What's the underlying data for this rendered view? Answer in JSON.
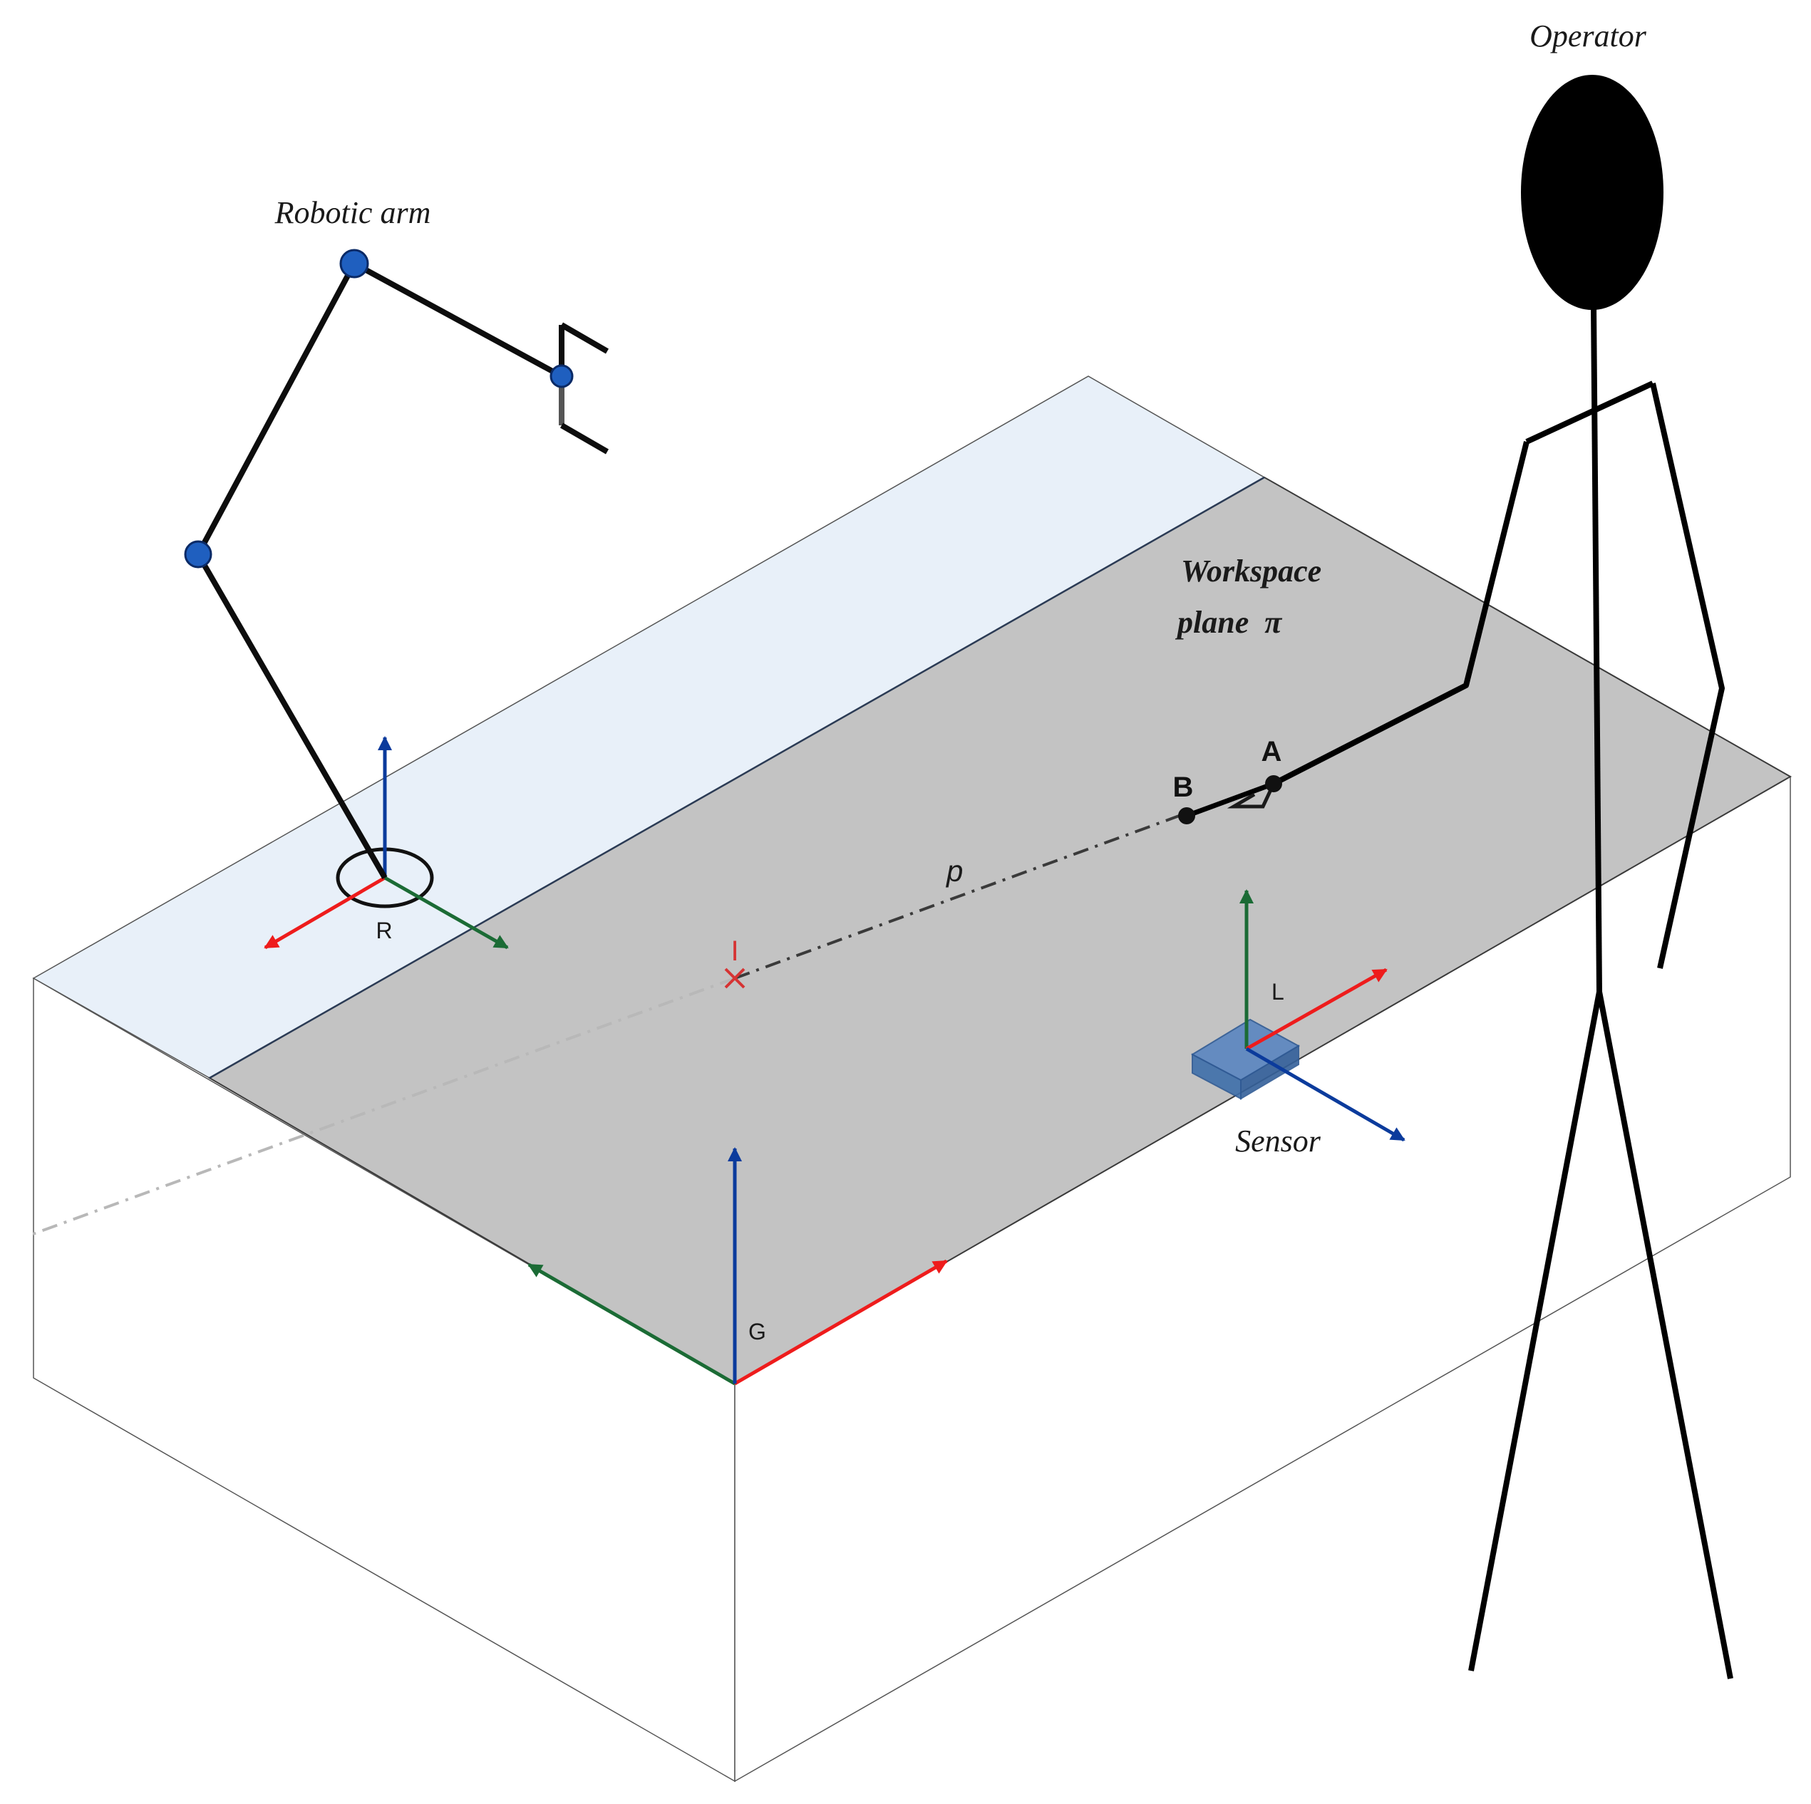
{
  "labels": {
    "operator": "Operator",
    "robotic_arm": "Robotic arm",
    "workspace_line1": "Workspace",
    "workspace_line2": "plane  π",
    "point_a": "A",
    "point_b": "B",
    "line_p": "p",
    "intersection_i": "I",
    "frame_r": "R",
    "frame_l": "L",
    "frame_g": "G",
    "sensor": "Sensor"
  },
  "colors": {
    "x_axis": "#ee1c1c",
    "y_axis": "#1b6b35",
    "z_axis": "#0b3b9c",
    "workspace_plane": "#c3c3c3",
    "robot_zone": "#e8f0f9",
    "joint": "#1f5fbf",
    "sensor_box": "#3f6faa",
    "intersection_marker": "#d63333"
  }
}
